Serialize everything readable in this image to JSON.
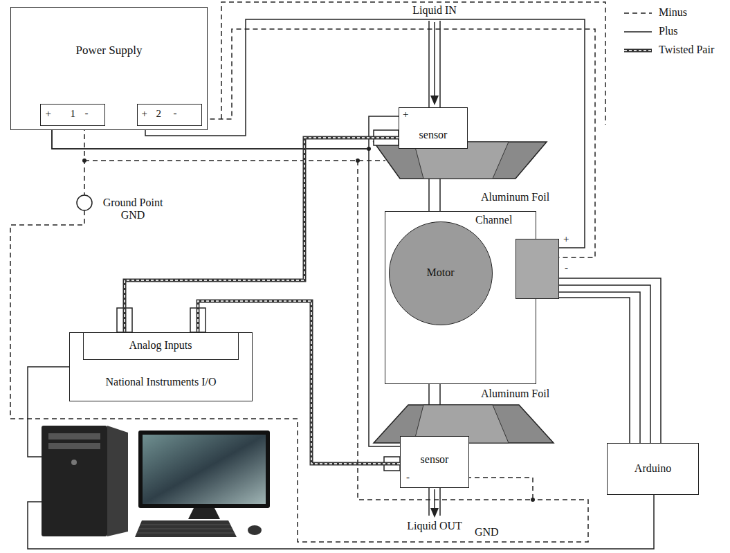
{
  "diagram": {
    "nodes": [
      {
        "text": [
          "Power Supply"
        ]
      },
      {
        "text": [
          "+",
          "1",
          "-"
        ],
        "in": 0
      },
      {
        "text": [
          "+",
          "2",
          "-"
        ],
        "in": 0
      },
      {
        "text": [
          "sensor",
          "+"
        ]
      },
      {
        "text": [
          "Channel"
        ]
      },
      {
        "text": [
          "Motor"
        ],
        "in": 4
      },
      {
        "text": [
          "+",
          "-"
        ]
      },
      {
        "text": [
          "National Instruments I/O"
        ]
      },
      {
        "text": [
          "Analog Inputs"
        ],
        "in": 7
      },
      {
        "text": [
          "sensor",
          "-"
        ]
      },
      {
        "text": [
          "Arduino"
        ]
      }
    ],
    "edges": [
      {
        "from": 2,
        "to": 6,
        "arrow": "none"
      },
      {
        "from": 2,
        "to": 6,
        "arrow": "none"
      },
      {
        "from": 1,
        "to": 3,
        "arrow": "none"
      },
      {
        "from": 1,
        "to": 9,
        "arrow": "none"
      },
      {
        "from": 3,
        "to": 8,
        "arrow": "none"
      },
      {
        "from": 9,
        "to": 8,
        "arrow": "none"
      },
      {
        "from": 6,
        "to": 10,
        "arrow": "none"
      },
      {
        "from": 6,
        "to": 10,
        "arrow": "none"
      },
      {
        "from": 6,
        "to": 10,
        "arrow": "none"
      },
      {
        "from": 6,
        "to": 10,
        "arrow": "none"
      }
    ],
    "labels": [
      "Liquid IN",
      "Liquid OUT",
      "Aluminum Foil",
      "Aluminum Foil",
      "Ground Point GND",
      "GND"
    ],
    "legend": [
      {
        "text": "Minus"
      },
      {
        "text": "Plus"
      },
      {
        "text": "Twisted Pair"
      }
    ]
  }
}
